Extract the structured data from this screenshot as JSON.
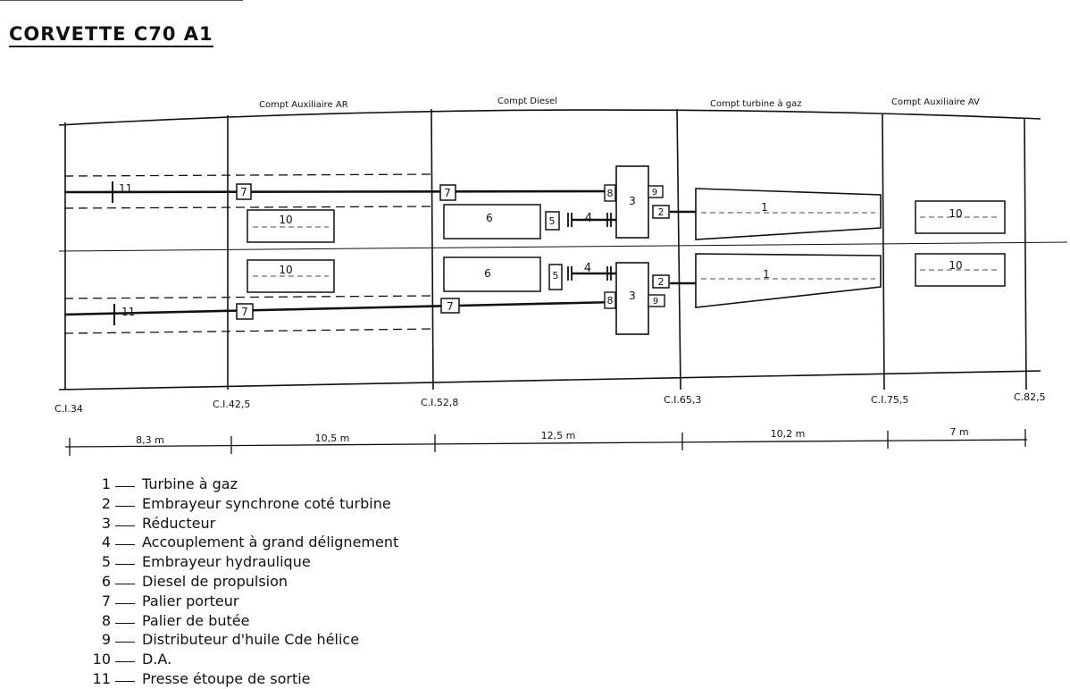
{
  "title": "CORVETTE C70 A1",
  "compartments": [
    {
      "id": "aux-ar",
      "label": "Compt Auxiliaire AR"
    },
    {
      "id": "diesel",
      "label": "Compt Diesel"
    },
    {
      "id": "turbine",
      "label": "Compt turbine à gaz"
    },
    {
      "id": "aux-av",
      "label": "Compt Auxiliaire AV"
    }
  ],
  "frames": [
    "C.I.34",
    "C.I.42,5",
    "C.I.52,8",
    "C.I.65,3",
    "C.I.75,5",
    "C.82,5"
  ],
  "dimensions": [
    "8,3 m",
    "10,5 m",
    "12,5 m",
    "10,2 m",
    "7 m"
  ],
  "components": {
    "turbine": "1",
    "clutch_sync": "2",
    "reducer": "3",
    "coupling": "4",
    "hydraulic_clutch": "5",
    "diesel": "6",
    "bearing": "7",
    "thrust": "8",
    "oil_dist": "9",
    "da": "10",
    "gland": "11"
  },
  "legend": [
    {
      "num": "1",
      "text": "Turbine à gaz"
    },
    {
      "num": "2",
      "text": "Embrayeur synchrone coté turbine"
    },
    {
      "num": "3",
      "text": "Réducteur"
    },
    {
      "num": "4",
      "text": "Accouplement à grand délignement"
    },
    {
      "num": "5",
      "text": "Embrayeur hydraulique"
    },
    {
      "num": "6",
      "text": "Diesel de propulsion"
    },
    {
      "num": "7",
      "text": "Palier porteur"
    },
    {
      "num": "8",
      "text": "Palier de butée"
    },
    {
      "num": "9",
      "text": "Distributeur d'huile Cde hélice"
    },
    {
      "num": "10",
      "text": "D.A."
    },
    {
      "num": "11",
      "text": "Presse étoupe de sortie"
    }
  ]
}
